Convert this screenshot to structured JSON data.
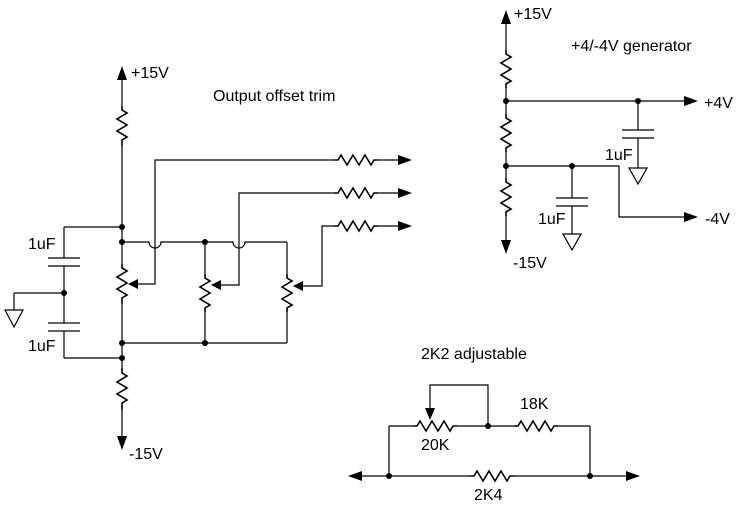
{
  "titles": {
    "offset_trim": "Output offset trim",
    "generator": "+4/-4V generator",
    "adjustable": "2K2 adjustable"
  },
  "offset_trim": {
    "top_rail": "+15V",
    "bottom_rail": "-15V",
    "cap_top": "1uF",
    "cap_bottom": "1uF"
  },
  "generator": {
    "top_rail": "+15V",
    "bottom_rail": "-15V",
    "pos_output": "+4V",
    "neg_output": "-4V",
    "cap_pos": "1uF",
    "cap_neg": "1uF"
  },
  "adjustable": {
    "pot": "20K",
    "series_resistor": "18K",
    "parallel_resistor": "2K4"
  }
}
